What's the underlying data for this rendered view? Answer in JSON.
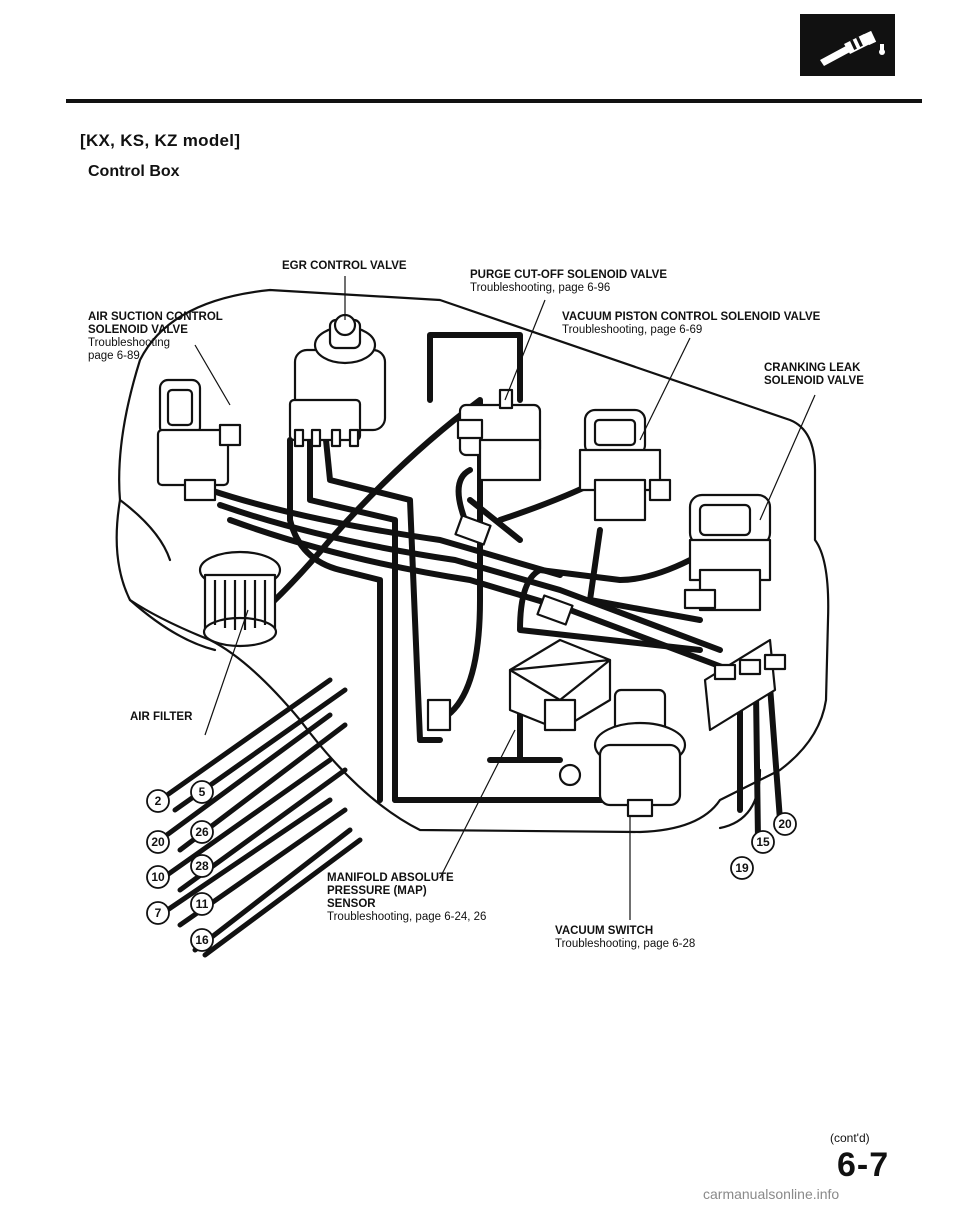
{
  "header": {
    "model_title": "[KX, KS, KZ model]",
    "section_title": "Control Box"
  },
  "labels": {
    "egr": {
      "name": "EGR CONTROL VALVE"
    },
    "purge": {
      "name": "PURGE CUT-OFF SOLENOID VALVE",
      "ref": "Troubleshooting, page 6-96"
    },
    "air_suction": {
      "name1": "AIR SUCTION CONTROL",
      "name2": "SOLENOID VALVE",
      "ref1": "Troubleshooting",
      "ref2": "page 6-89"
    },
    "vacuum_piston": {
      "name": "VACUUM PISTON CONTROL SOLENOID VALVE",
      "ref": "Troubleshooting, page 6-69"
    },
    "cranking": {
      "name1": "CRANKING LEAK",
      "name2": "SOLENOID VALVE"
    },
    "air_filter": {
      "name": "AIR FILTER"
    },
    "map_sensor": {
      "name1": "MANIFOLD ABSOLUTE",
      "name2": "PRESSURE (MAP)",
      "name3": "SENSOR",
      "ref": "Troubleshooting, page 6-24, 26"
    },
    "vacuum_switch": {
      "name": "VACUUM SWITCH",
      "ref": "Troubleshooting, page 6-28"
    }
  },
  "callouts": {
    "c2": "2",
    "c5": "5",
    "c20a": "20",
    "c26": "26",
    "c10": "10",
    "c28": "28",
    "c7": "7",
    "c11": "11",
    "c16": "16",
    "c19": "19",
    "c15": "15",
    "c20b": "20"
  },
  "footer": {
    "contd": "(cont'd)",
    "page_number": "6-7",
    "watermark": "carmanualsonline.info"
  },
  "logo_icon": "spark-plug-icon"
}
